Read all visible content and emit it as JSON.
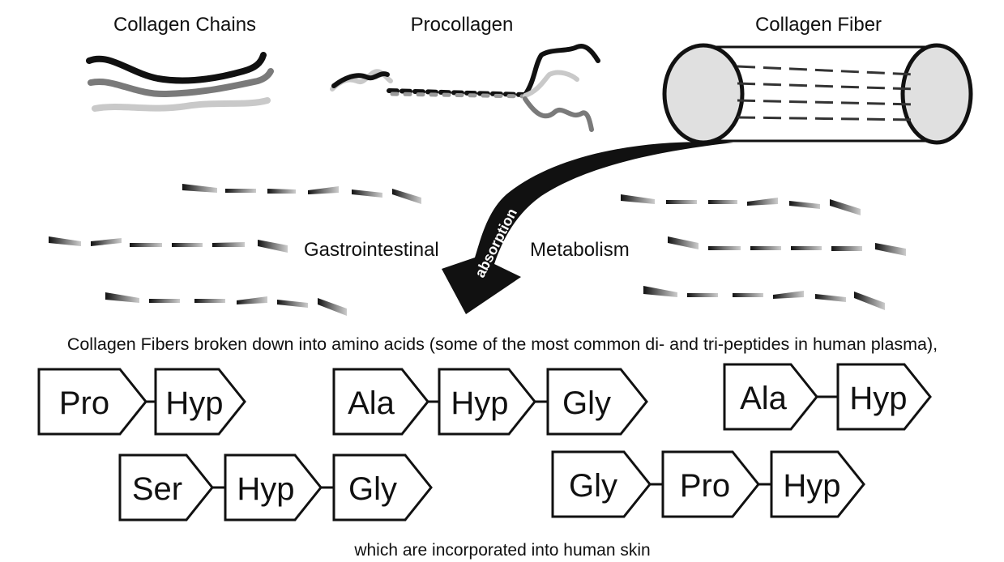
{
  "stages": {
    "chains": "Collagen Chains",
    "procollagen": "Procollagen",
    "fiber": "Collagen Fiber"
  },
  "process": {
    "left": "Gastrointestinal",
    "arrow": "absorption",
    "right": "Metabolism"
  },
  "captions": {
    "breakdown": "Collagen Fibers broken down into amino acids (some of the most common di- and tri-peptides in human plasma),",
    "skin": "which are incorporated into human skin"
  },
  "peptides": [
    [
      "Pro",
      "Hyp"
    ],
    [
      "Ala",
      "Hyp",
      "Gly"
    ],
    [
      "Ala",
      "Hyp"
    ],
    [
      "Ser",
      "Hyp",
      "Gly"
    ],
    [
      "Gly",
      "Pro",
      "Hyp"
    ]
  ]
}
